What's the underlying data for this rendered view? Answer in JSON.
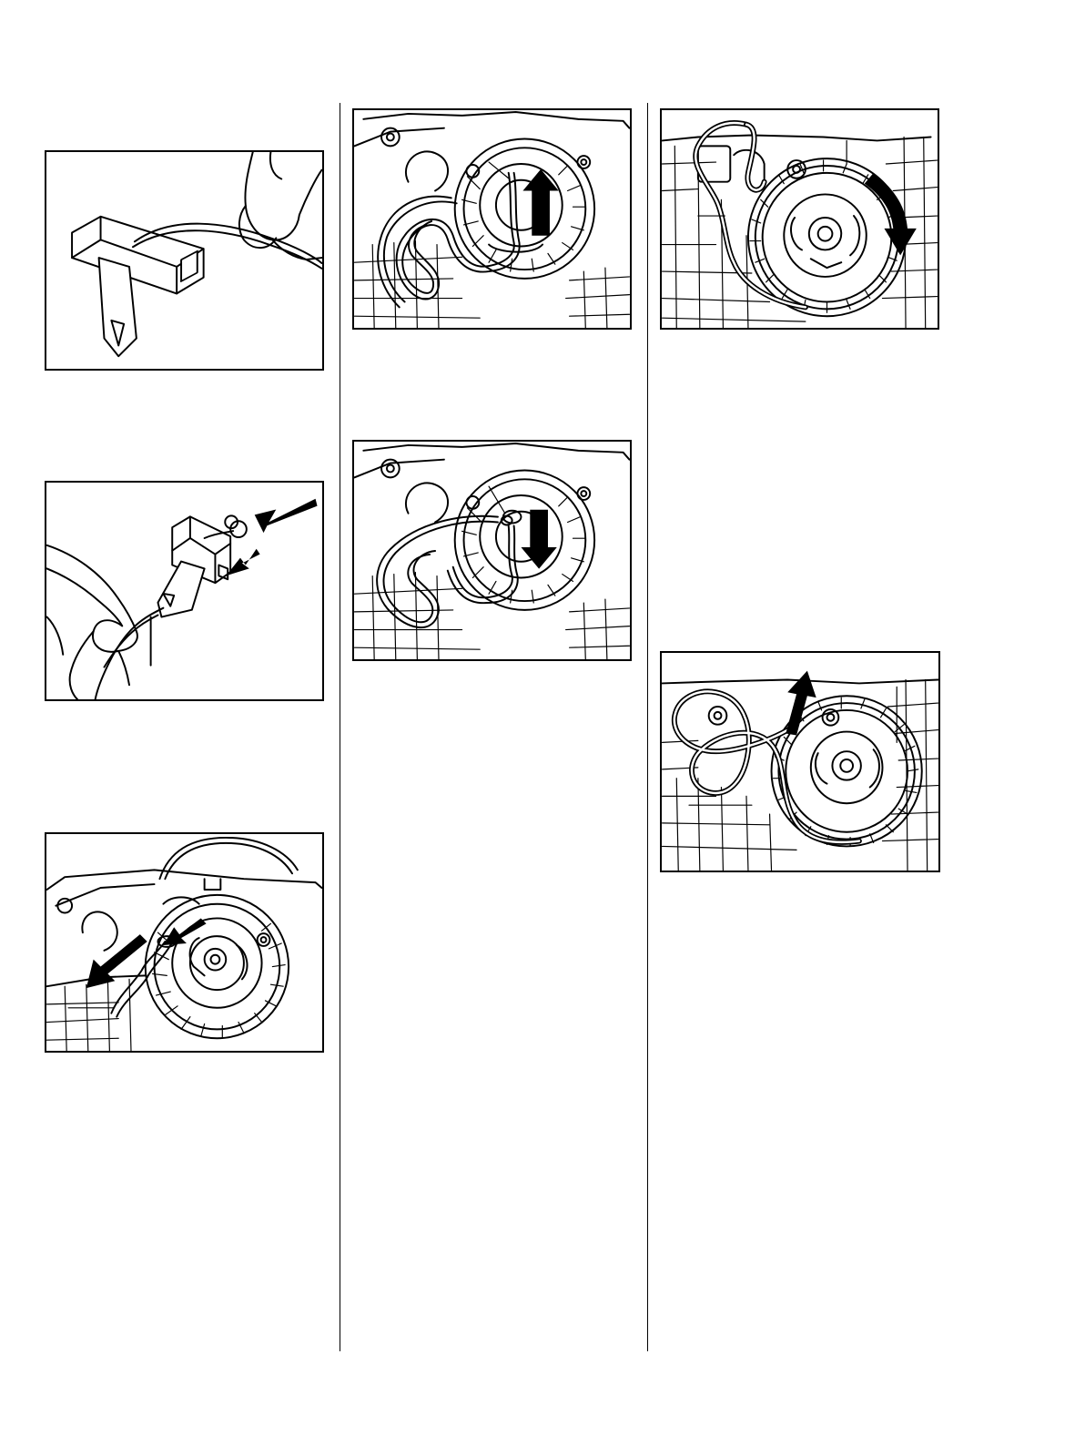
{
  "page": {
    "columns": 3
  },
  "figures": [
    {
      "id": "fig-grip-rope",
      "icon": "starter-grip-rope-illustration"
    },
    {
      "id": "fig-grip-knot",
      "icon": "starter-grip-knot-illustration"
    },
    {
      "id": "fig-rope-guide",
      "icon": "rope-through-guide-illustration"
    },
    {
      "id": "fig-rope-up",
      "icon": "rope-pulled-up-rotor-illustration"
    },
    {
      "id": "fig-rope-down",
      "icon": "rope-pushed-down-rotor-illustration"
    },
    {
      "id": "fig-rotor-turn",
      "icon": "rotor-clockwise-turn-illustration"
    },
    {
      "id": "fig-rope-out",
      "icon": "rope-pulled-out-illustration"
    }
  ]
}
